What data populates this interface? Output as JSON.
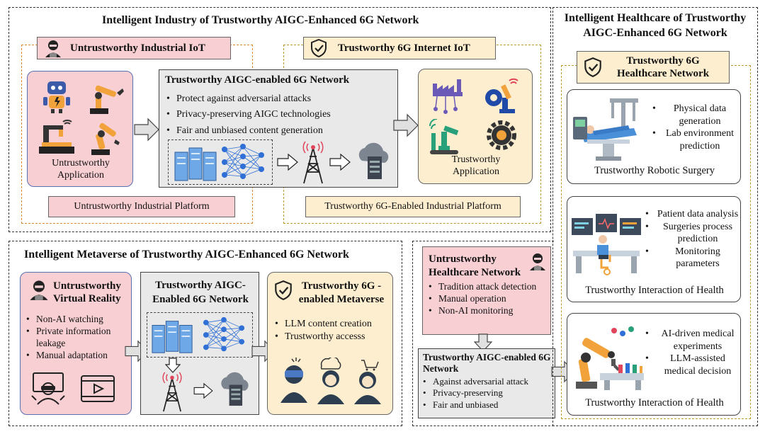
{
  "industry": {
    "title": "Intelligent Industry of  Trustworthy AIGC-Enhanced 6G Network",
    "untrust_header": "Untrustworthy Industrial IoT",
    "untrust_app": "Untrustworthy Application",
    "untrust_platform": "Untrustworthy Industrial Platform",
    "network_title": "Trustworthy AIGC-enabled 6G Network",
    "network_bullets": [
      "Protect against adversarial attacks",
      "Privacy-preserving AIGC technologies",
      "Fair and unbiased content generation"
    ],
    "trust_header": "Trustworthy 6G Internet IoT",
    "trust_app": "Trustworthy Application",
    "trust_platform": "Trustworthy 6G-Enabled Industrial Platform"
  },
  "metaverse": {
    "title": "Intelligent Metaverse of  Trustworthy AIGC-Enhanced 6G Network",
    "untrust_title": "Untrustworthy Virtual Reality",
    "untrust_bullets": [
      "Non-AI watching",
      "Private information leakage",
      "Manual adaptation"
    ],
    "network_title": "Trustworthy AIGC-Enabled 6G Network",
    "trust_title": "Trustworthy 6G -enabled Metaverse",
    "trust_bullets": [
      "LLM content creation",
      "Trustworthy accesss"
    ]
  },
  "healthnet": {
    "untrust_title": "Untrustworthy Healthcare Network",
    "untrust_bullets": [
      "Tradition attack detection",
      "Manual operation",
      "Non-AI monitoring"
    ],
    "network_title": "Trustworthy AIGC-enabled 6G Network",
    "network_bullets": [
      "Against adversarial attack",
      "Privacy-preserving",
      "Fair and unbiased"
    ]
  },
  "healthcare": {
    "title": "Intelligent Healthcare of  Trustworthy AIGC-Enhanced 6G Network",
    "header": "Trustworthy 6G Healthcare Network",
    "cards": [
      {
        "bullets": [
          "Physical data generation",
          "Lab environment prediction"
        ],
        "caption": "Trustworthy Robotic Surgery"
      },
      {
        "bullets": [
          "Patient data analysis",
          "Surgeries process prediction",
          "Monitoring parameters"
        ],
        "caption": "Trustworthy Interaction of Health"
      },
      {
        "bullets": [
          "AI-driven medical experiments",
          "LLM-assisted medical decision"
        ],
        "caption": "Trustworthy Interaction of Health"
      }
    ]
  },
  "colors": {
    "untrust_fill": "#f8cfd3",
    "trust_fill": "#fdeed0",
    "network_fill": "#e9e9e9",
    "server_blue": "#6fa8e6",
    "neural_blue": "#2f6fd6"
  }
}
